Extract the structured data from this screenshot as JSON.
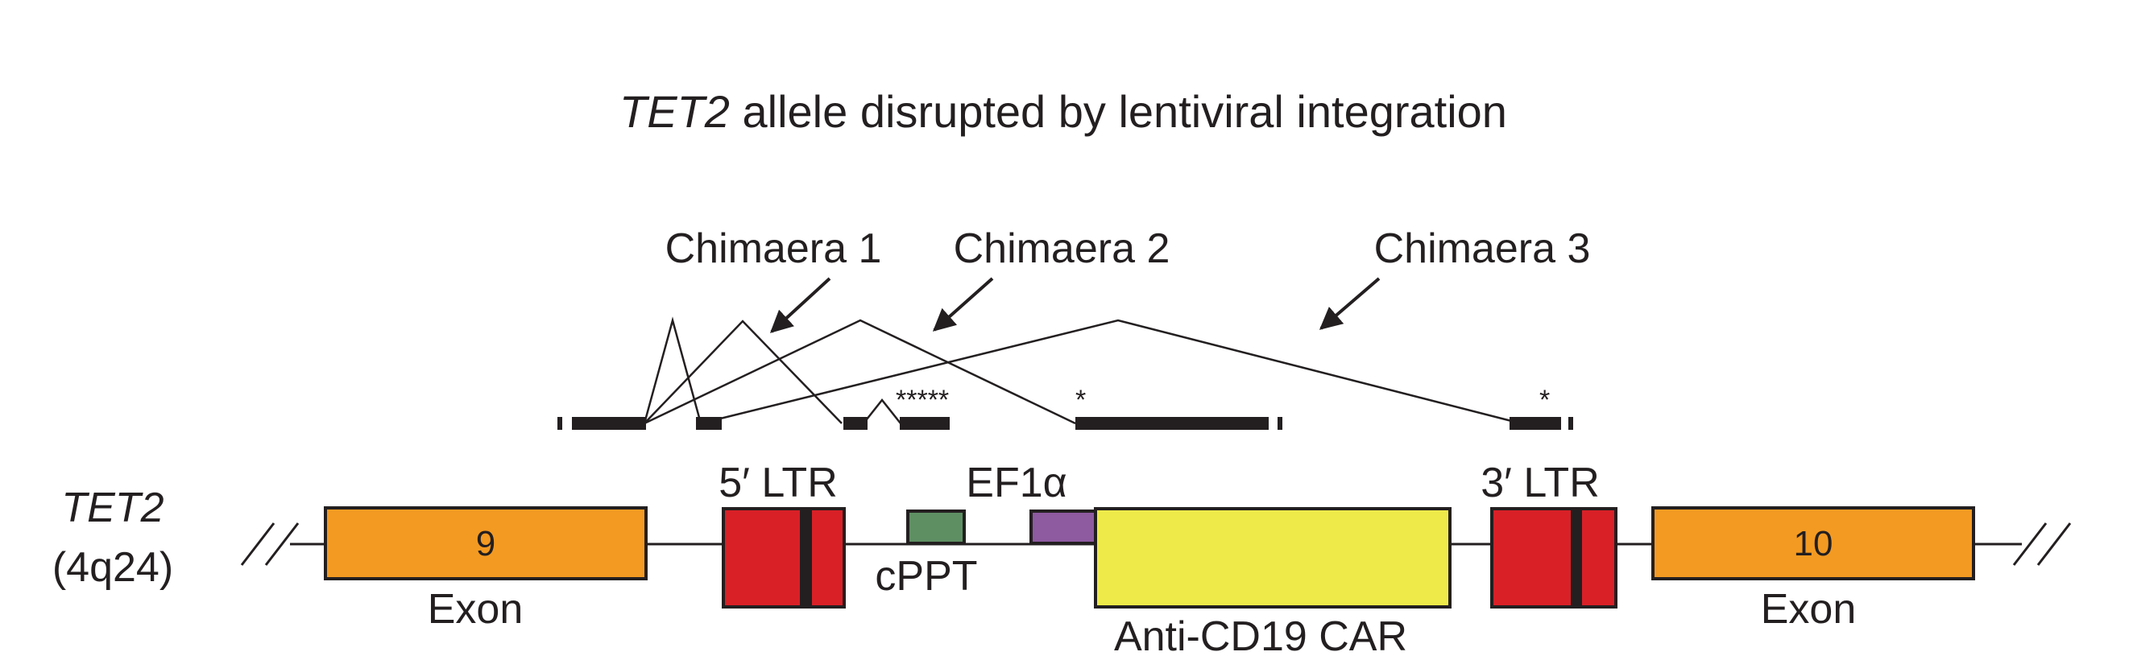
{
  "title": {
    "gene": "TET2",
    "rest": " allele disrupted by lentiviral integration"
  },
  "chimaeras": {
    "c1": "Chimaera 1",
    "c2": "Chimaera 2",
    "c3": "Chimaera 3"
  },
  "locus": {
    "gene": "TET2",
    "band": "(4q24)"
  },
  "elements": {
    "exon9_number": "9",
    "exon10_number": "10",
    "exon_label_left": "Exon",
    "exon_label_right": "Exon",
    "ltr5": "5′ LTR",
    "ltr3": "3′ LTR",
    "cppt": "cPPT",
    "ef1a": "EF1α",
    "car": "Anti-CD19 CAR"
  },
  "stars": {
    "group": "*****",
    "single1": "*",
    "single2": "*"
  },
  "colors": {
    "exon": "#f39a22",
    "ltr": "#d92027",
    "ltr_band": "#231f20",
    "cppt": "#5e8f63",
    "ef1a": "#8e5aa0",
    "car": "#eeea4a",
    "line": "#231f20"
  }
}
